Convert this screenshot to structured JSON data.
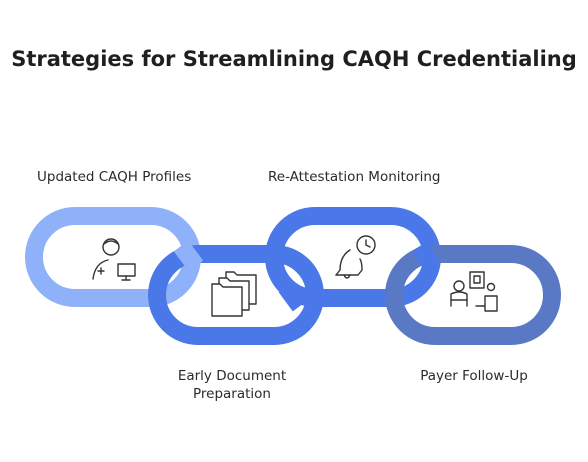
{
  "title": "Strategies for Streamlining CAQH Credentialing",
  "links": [
    {
      "label": "Updated CAQH Profiles",
      "icon": "user-computer-icon",
      "color": "#8fb1f9"
    },
    {
      "label_lines": [
        "Early Document",
        "Preparation"
      ],
      "icon": "folders-icon",
      "color": "#4a78e8"
    },
    {
      "label": "Re-Attestation Monitoring",
      "icon": "bell-clock-icon",
      "color": "#4a78e8"
    },
    {
      "label": "Payer Follow-Up",
      "icon": "person-at-desk-icon",
      "color": "#5a79c4"
    }
  ]
}
